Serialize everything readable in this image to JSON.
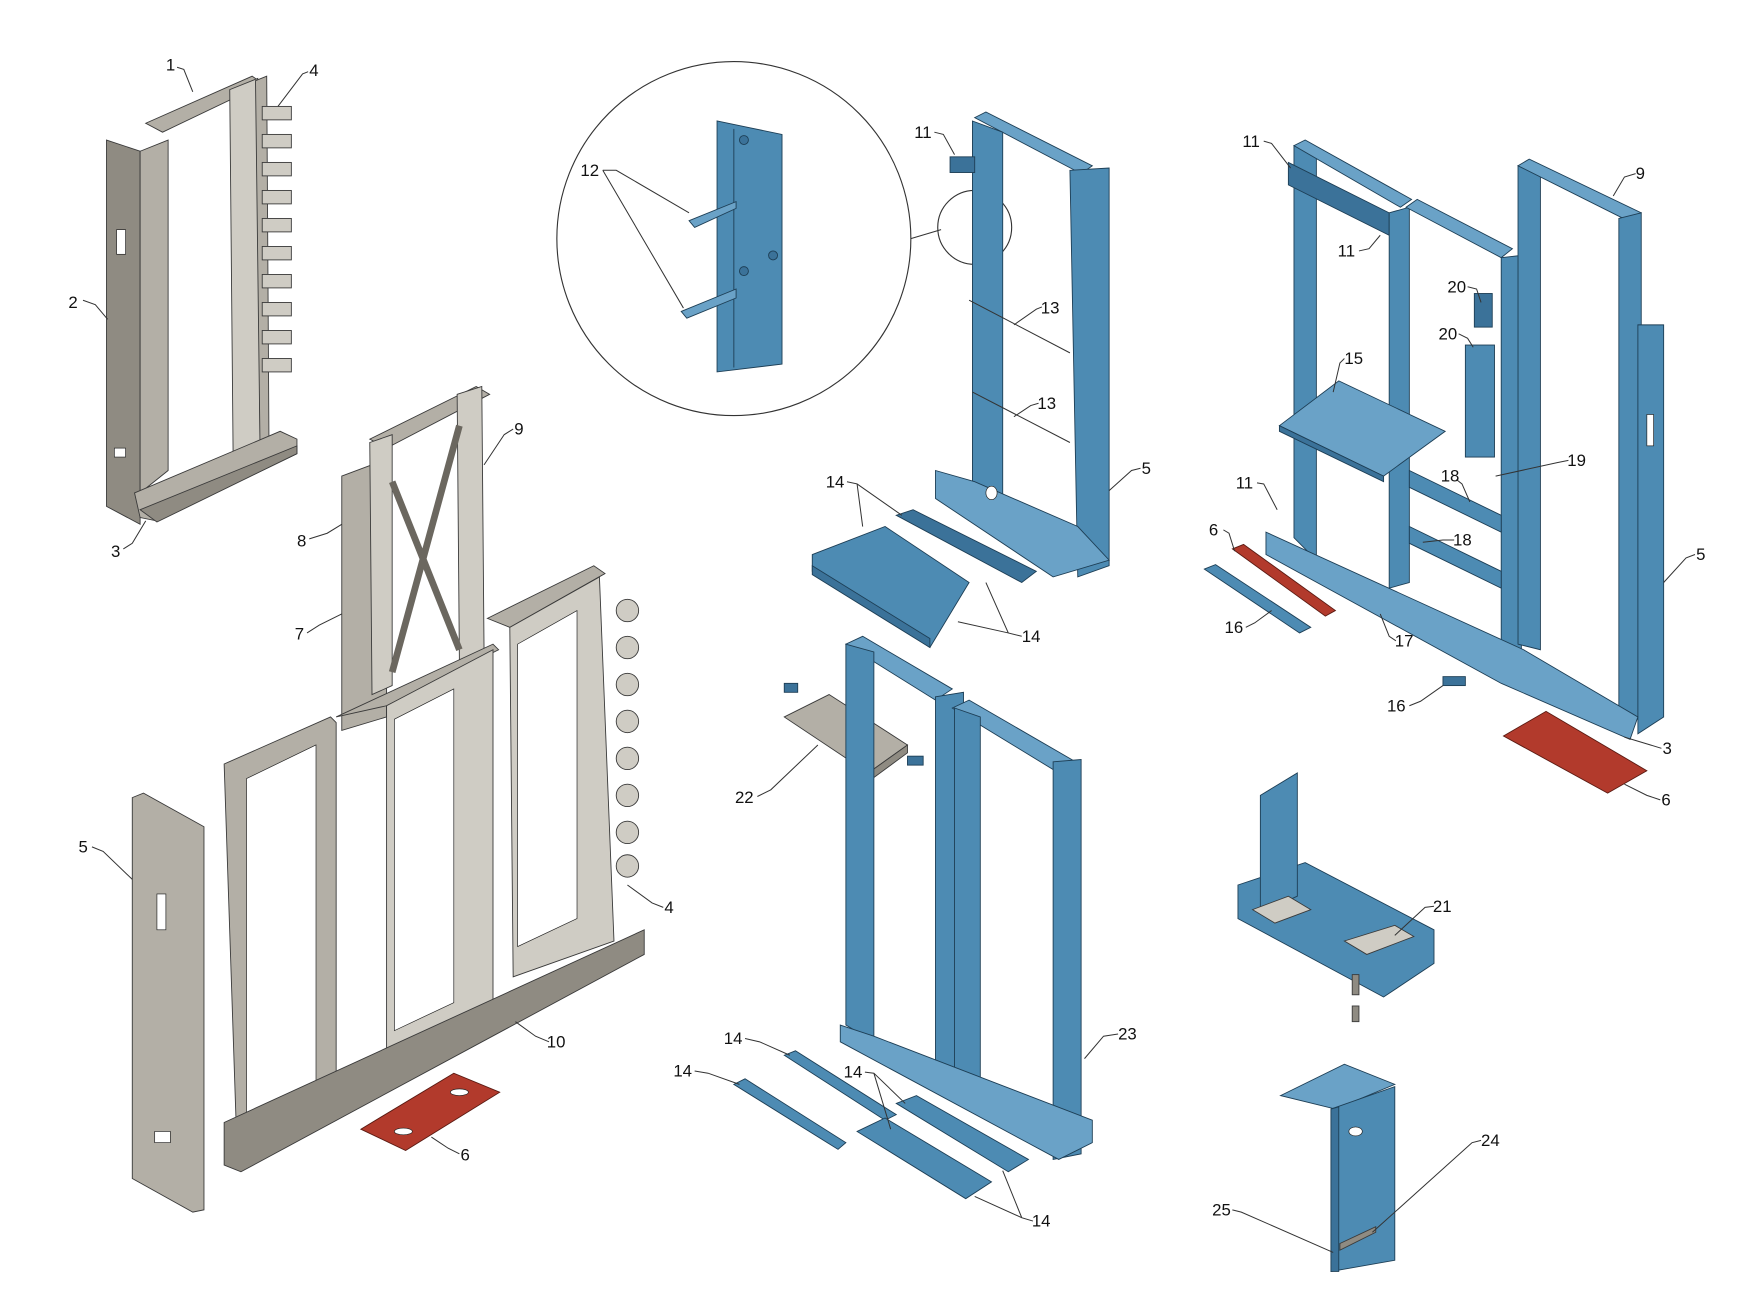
{
  "figure": {
    "callouts": {
      "left_top": [
        "1",
        "4",
        "2",
        "3"
      ],
      "left_main": [
        "9",
        "8",
        "7",
        "5",
        "4",
        "10",
        "6"
      ],
      "detail": [
        "12"
      ],
      "middle_top": [
        "11",
        "13",
        "13",
        "5",
        "14",
        "14"
      ],
      "middle_bottom": [
        "22",
        "23",
        "14",
        "14",
        "14",
        "14"
      ],
      "right": [
        "11",
        "9",
        "11",
        "20",
        "20",
        "15",
        "19",
        "18",
        "11",
        "6",
        "18",
        "5",
        "16",
        "17",
        "16",
        "3",
        "6",
        "21",
        "24",
        "25"
      ]
    },
    "colors": {
      "steel": "#b3afa6",
      "blue": "#4d8bb3",
      "red": "#b23a2c"
    }
  }
}
